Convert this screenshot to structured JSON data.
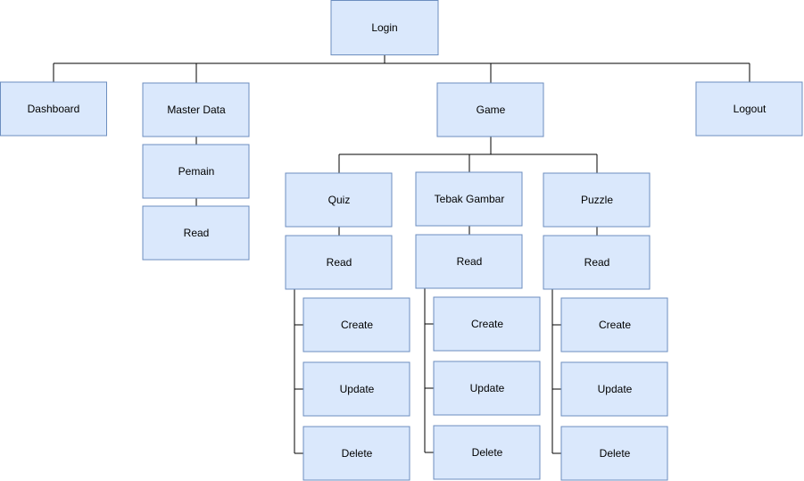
{
  "nodes": {
    "login": "Login",
    "dashboard": "Dashboard",
    "master_data": "Master Data",
    "pemain": "Pemain",
    "master_read": "Read",
    "game": "Game",
    "logout": "Logout",
    "quiz": "Quiz",
    "quiz_read": "Read",
    "quiz_create": "Create",
    "quiz_update": "Update",
    "quiz_delete": "Delete",
    "tebak": "Tebak Gambar",
    "tebak_read": "Read",
    "tebak_create": "Create",
    "tebak_update": "Update",
    "tebak_delete": "Delete",
    "puzzle": "Puzzle",
    "puzzle_read": "Read",
    "puzzle_create": "Create",
    "puzzle_update": "Update",
    "puzzle_delete": "Delete"
  },
  "colors": {
    "node_fill": "#dae8fc",
    "node_stroke": "#6c8ebf",
    "edge": "#000000"
  }
}
